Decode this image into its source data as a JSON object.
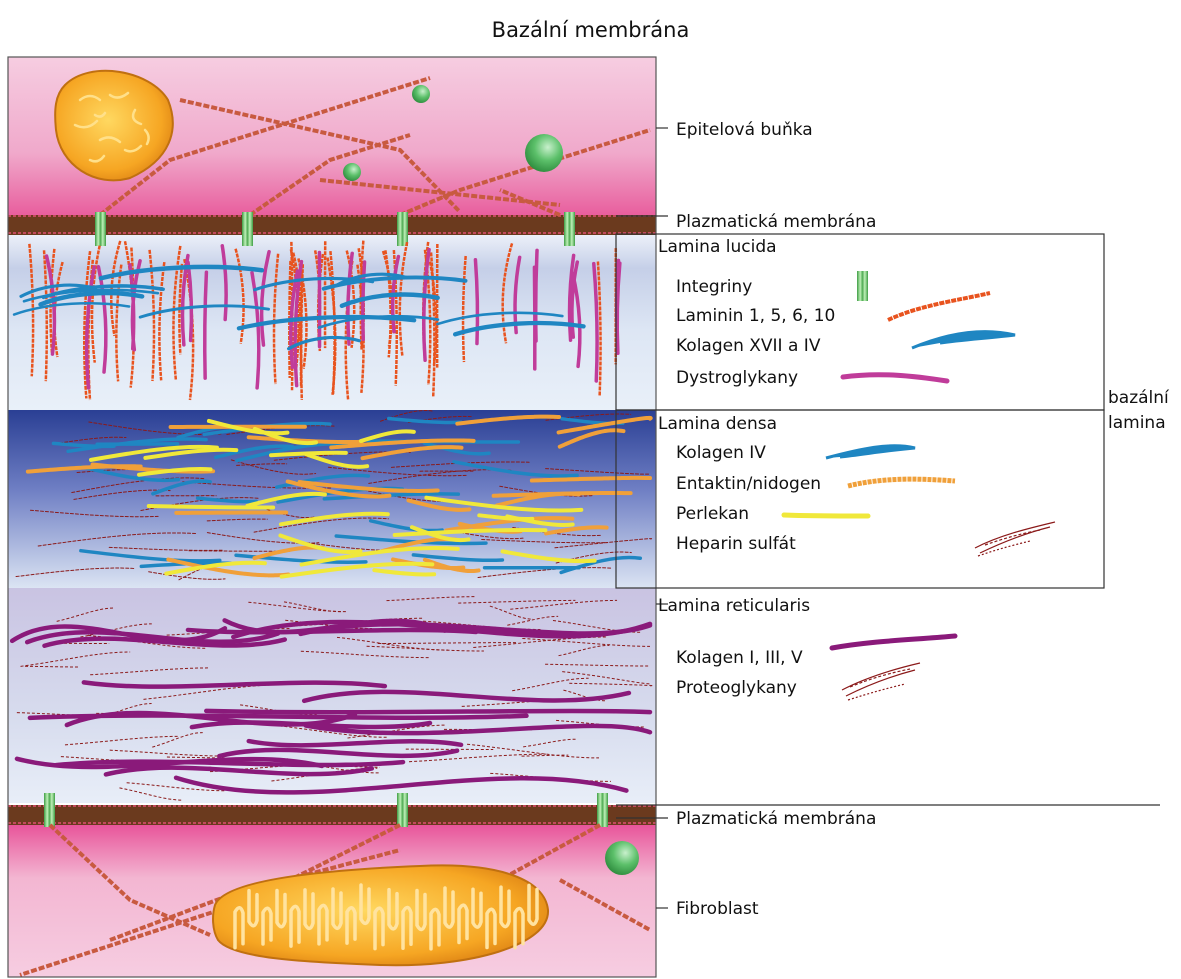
{
  "title": "Bazální membrána",
  "regions": {
    "epithelial_cell": "Epitelová buňka",
    "plasma_membrane_top": "Plazmatická membrána",
    "plasma_membrane_bottom": "Plazmatická membrána",
    "fibroblast": "Fibroblast"
  },
  "basal_lamina_label": [
    "bazální",
    "lamina"
  ],
  "lamina_lucida": {
    "title": "Lamina lucida",
    "legend": [
      {
        "label": "Integriny",
        "icon": "integrin-icon"
      },
      {
        "label": "Laminin 1, 5, 6, 10",
        "icon": "laminin-fiber-icon"
      },
      {
        "label": "Kolagen XVII a IV",
        "icon": "collagen-fiber-icon"
      },
      {
        "label": "Dystroglykany",
        "icon": "dystroglycan-fiber-icon"
      }
    ]
  },
  "lamina_densa": {
    "title": "Lamina densa",
    "legend": [
      {
        "label": "Kolagen IV",
        "icon": "collagen-iv-fiber-icon"
      },
      {
        "label": "Entaktin/nidogen",
        "icon": "entactin-fiber-icon"
      },
      {
        "label": "Perlekan",
        "icon": "perlecan-fiber-icon"
      },
      {
        "label": "Heparin sulfát",
        "icon": "heparan-sulfate-icon"
      }
    ]
  },
  "lamina_reticularis": {
    "title": "Lamina reticularis",
    "legend": [
      {
        "label": "Kolagen I, III, V",
        "icon": "collagen-fiber-icon"
      },
      {
        "label": "Proteoglykany",
        "icon": "proteoglycan-icon"
      }
    ]
  },
  "colors": {
    "cell_pink": "#ee8fbd",
    "membrane_brown": "#6b3a1e",
    "integrin_green": "#7ccb7a",
    "laminin_orange": "#e8531e",
    "collagen_blue": "#1f86c2",
    "dystroglycan_magenta": "#c03c9a",
    "perlecan_yellow": "#f0e83a",
    "entactin_orange": "#f0a03a",
    "heparan_red": "#8b1a1a",
    "collagen_purple": "#8a1a7a",
    "organelle_orange": "#f0a020"
  }
}
